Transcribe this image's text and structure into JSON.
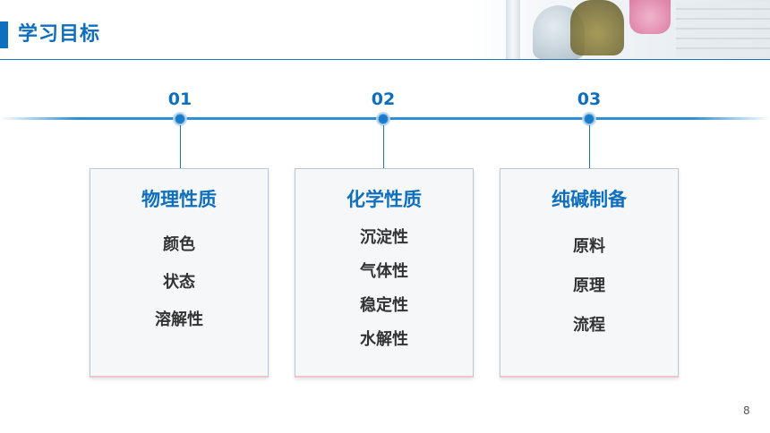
{
  "header": {
    "title": "学习目标"
  },
  "timeline": [
    {
      "number": "01",
      "card_title": "物理性质",
      "items": [
        "颜色",
        "状态",
        "溶解性"
      ]
    },
    {
      "number": "02",
      "card_title": "化学性质",
      "items": [
        "沉淀性",
        "气体性",
        "稳定性",
        "水解性"
      ]
    },
    {
      "number": "03",
      "card_title": "纯碱制备",
      "items": [
        "原料",
        "原理",
        "流程"
      ]
    }
  ],
  "footer": {
    "page_number": "8"
  },
  "colors": {
    "accent": "#0e6fbe",
    "text": "#333333",
    "card_bg": "#f6f7f9"
  }
}
